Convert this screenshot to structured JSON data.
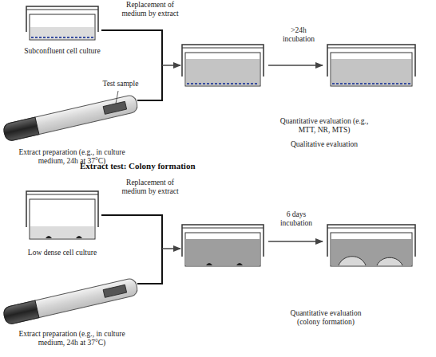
{
  "diagram": {
    "labels": [
      "Replacement of medium by extract",
      ">24h incubation",
      "Subconfluent cell culture",
      "Test sample",
      "Quantitative evaluation (e.g., MTT, NR, MTS)",
      "Qualitative evaluation",
      "Extract preparation (e.g., in culture medium, 24h at 37°C)",
      "Extract test: Colony formation",
      "Replacement of medium by extract",
      "6 days incubation",
      "Low dense cell culture",
      "Quantitative evaluation (colony formation)",
      "Extract preparation (e.g., in culture medium, 24h at 37°C)"
    ]
  }
}
